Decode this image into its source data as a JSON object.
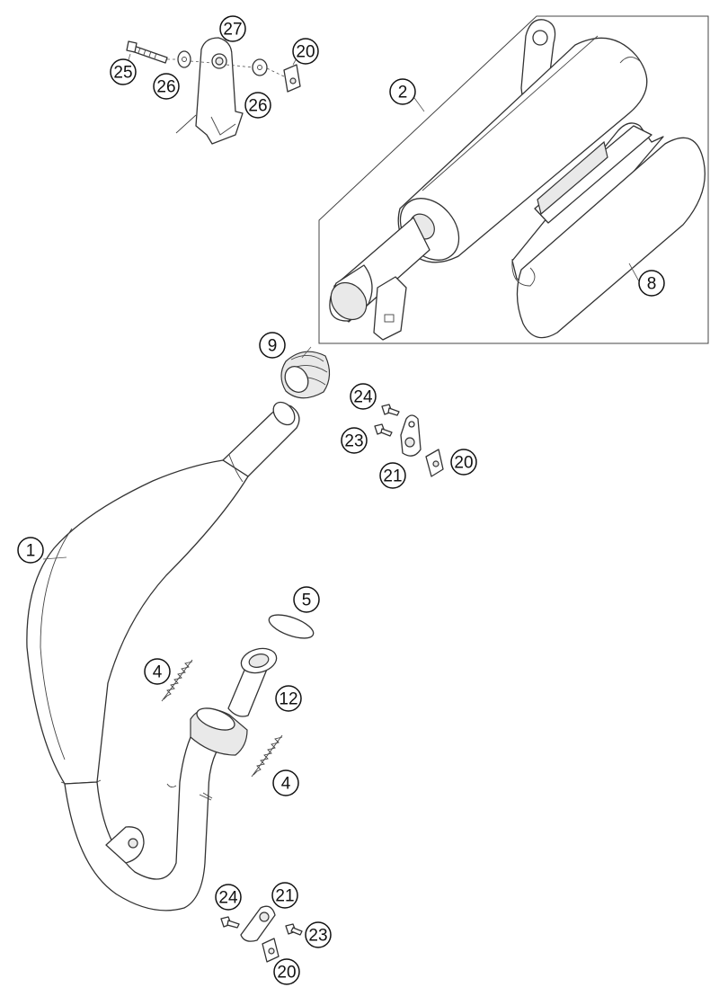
{
  "callouts": [
    {
      "id": "c27",
      "number": "27"
    },
    {
      "id": "c25",
      "number": "25"
    },
    {
      "id": "c26a",
      "number": "26"
    },
    {
      "id": "c26b",
      "number": "26"
    },
    {
      "id": "c20a",
      "number": "20"
    },
    {
      "id": "c2",
      "number": "2"
    },
    {
      "id": "c8",
      "number": "8"
    },
    {
      "id": "c9",
      "number": "9"
    },
    {
      "id": "c24a",
      "number": "24"
    },
    {
      "id": "c23a",
      "number": "23"
    },
    {
      "id": "c21a",
      "number": "21"
    },
    {
      "id": "c20b",
      "number": "20"
    },
    {
      "id": "c1",
      "number": "1"
    },
    {
      "id": "c5",
      "number": "5"
    },
    {
      "id": "c4a",
      "number": "4"
    },
    {
      "id": "c12",
      "number": "12"
    },
    {
      "id": "c4b",
      "number": "4"
    },
    {
      "id": "c24b",
      "number": "24"
    },
    {
      "id": "c21b",
      "number": "21"
    },
    {
      "id": "c23b",
      "number": "23"
    },
    {
      "id": "c20c",
      "number": "20"
    }
  ]
}
